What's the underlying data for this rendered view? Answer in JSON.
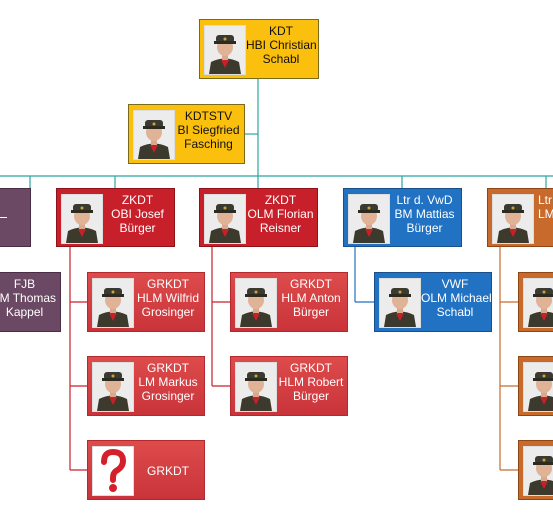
{
  "colors": {
    "line": "#2aa6a3",
    "line_red": "#c8202a",
    "line_blue": "#2172c2",
    "line_orange": "#c86a2c"
  },
  "nodes": {
    "kdt": {
      "title": "KDT",
      "line1": "HBI Christian",
      "line2": "Schabl"
    },
    "kdtstv": {
      "title": "KDTSTV",
      "line1": "BI Siegfried",
      "line2": "Fasching"
    },
    "fjb": {
      "title": "FJB",
      "line1": "LM Thomas",
      "line2": "Kappel"
    },
    "zkdt1": {
      "title": "ZKDT",
      "line1": "OBI Josef",
      "line2": "Bürger"
    },
    "zkdt2": {
      "title": "ZKDT",
      "line1": "OLM Florian",
      "line2": "Reisner"
    },
    "ltrvwd": {
      "title": "Ltr d. VwD",
      "line1": "BM Mattias",
      "line2": "Bürger"
    },
    "ltr_orange": {
      "title": "Ltr",
      "line1": "LM",
      "line2": ""
    },
    "grkdt1": {
      "title": "GRKDT",
      "line1": "HLM Wilfrid",
      "line2": "Grosinger"
    },
    "grkdt2": {
      "title": "GRKDT",
      "line1": "LM Markus",
      "line2": "Grosinger"
    },
    "grkdt3": {
      "title": "GRKDT",
      "line1": "",
      "line2": ""
    },
    "grkdt4": {
      "title": "GRKDT",
      "line1": "HLM Anton",
      "line2": "Bürger"
    },
    "grkdt5": {
      "title": "GRKDT",
      "line1": "HLM Robert",
      "line2": "Bürger"
    },
    "vwf": {
      "title": "VWF",
      "line1": "OLM Michael",
      "line2": "Schabl"
    }
  },
  "icons": {
    "vacant": "question-mark-icon",
    "person": "person-photo"
  }
}
